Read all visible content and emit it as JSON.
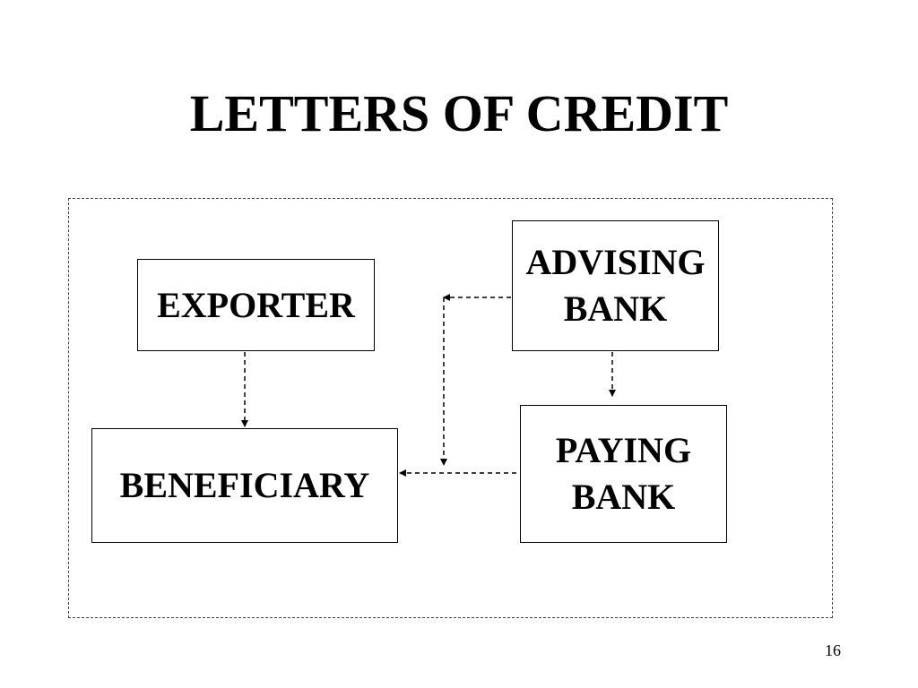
{
  "slide": {
    "title": "LETTERS OF CREDIT",
    "page_number": "16"
  },
  "diagram": {
    "nodes": {
      "exporter": {
        "lines": [
          "EXPORTER"
        ]
      },
      "beneficiary": {
        "lines": [
          "BENEFICIARY"
        ]
      },
      "advising_bank": {
        "lines": [
          "ADVISING",
          "BANK"
        ]
      },
      "paying_bank": {
        "lines": [
          "PAYING",
          "BANK"
        ]
      }
    },
    "edges": [
      {
        "from": "exporter",
        "to": "beneficiary",
        "style": "dashed-arrow"
      },
      {
        "from": "advising_bank",
        "to": "paying_bank",
        "style": "dashed-arrow"
      },
      {
        "from": "advising_bank",
        "to": "beneficiary",
        "style": "dashed-arrow"
      },
      {
        "from": "paying_bank",
        "to": "beneficiary",
        "style": "dashed-arrow"
      }
    ]
  }
}
